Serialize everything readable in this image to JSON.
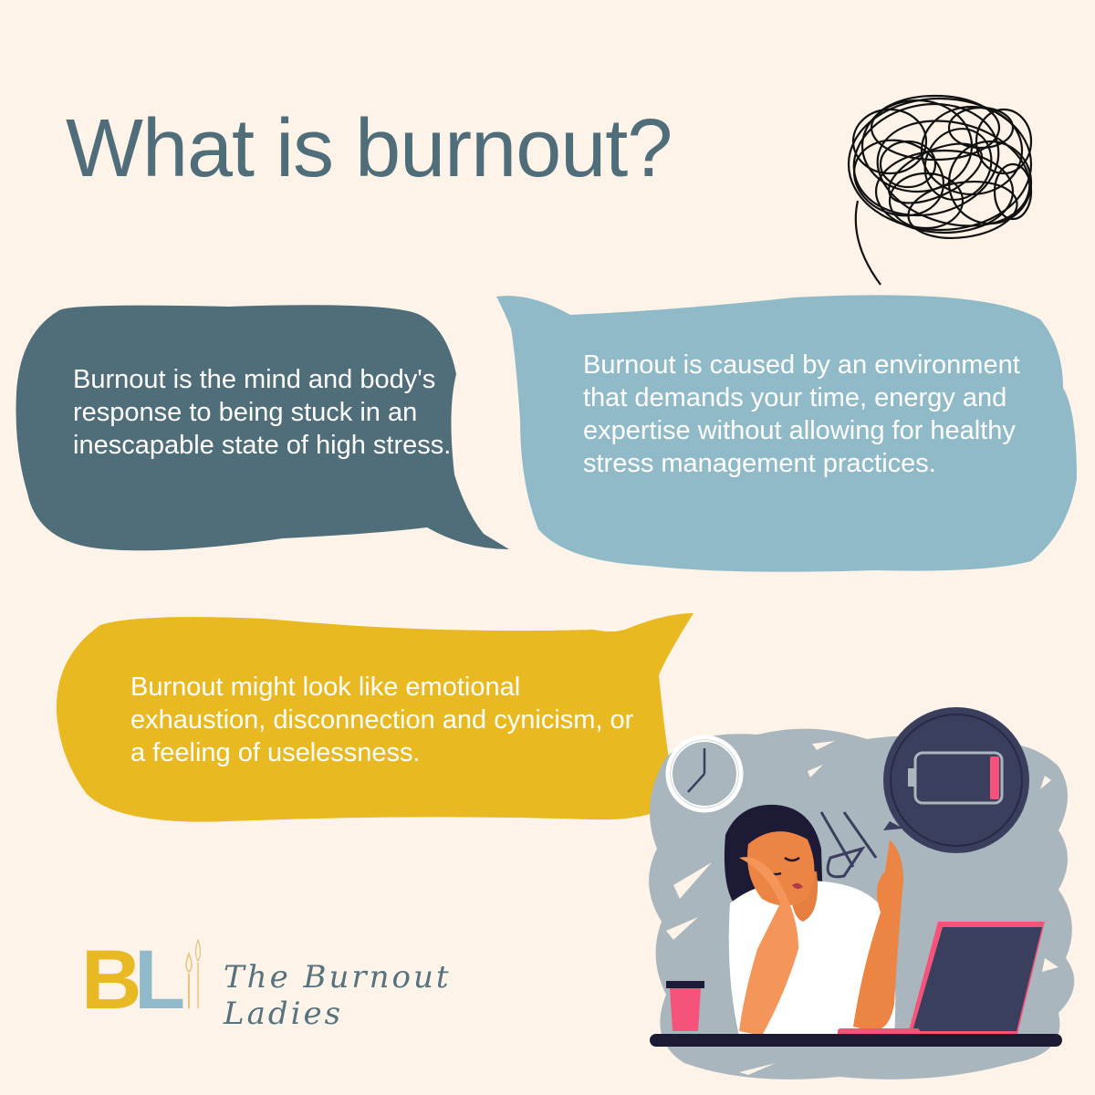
{
  "title": "What is burnout?",
  "colors": {
    "background": "#fdf3e8",
    "title": "#506e7a",
    "bubble_dark": "#506d7a",
    "bubble_light": "#91bac9",
    "bubble_yellow": "#e8b921",
    "text_on_bubble": "#ffffff",
    "illustration_bg": "#a9b6bd",
    "accent_pink": "#f5537a",
    "navy": "#3b3f5e"
  },
  "bubbles": [
    {
      "id": "definition",
      "text": "Burnout is the mind and body's response to being stuck in an inescapable state of high stress.",
      "lines": [
        "Burnout is the mind and",
        "body's response to being",
        "stuck in an inescapable",
        "state of high stress."
      ]
    },
    {
      "id": "cause",
      "text": "Burnout is caused by an environment that demands your time, energy and expertise without allowing for healthy stress management practices.",
      "lines": [
        "Burnout is caused by an",
        "environment that demands your",
        "time, energy and expertise",
        "without allowing for healthy",
        "stress management practices."
      ]
    },
    {
      "id": "symptoms",
      "text": "Burnout might look like emotional exhaustion, disconnection and cynicism, or a feeling of uselessness.",
      "lines": [
        "Burnout might look like emotional",
        "exhaustion, disconnection and",
        "cynicism, or a feeling of uselessness."
      ]
    }
  ],
  "icons": {
    "scribble": "tangled-scribble-icon",
    "clock": "clock-icon",
    "battery": "low-battery-icon",
    "coffee": "coffee-cup-icon",
    "laptop": "laptop-icon"
  },
  "logo": {
    "monogram_b": "B",
    "monogram_l": "L",
    "wordmark": "The Burnout Ladies"
  }
}
